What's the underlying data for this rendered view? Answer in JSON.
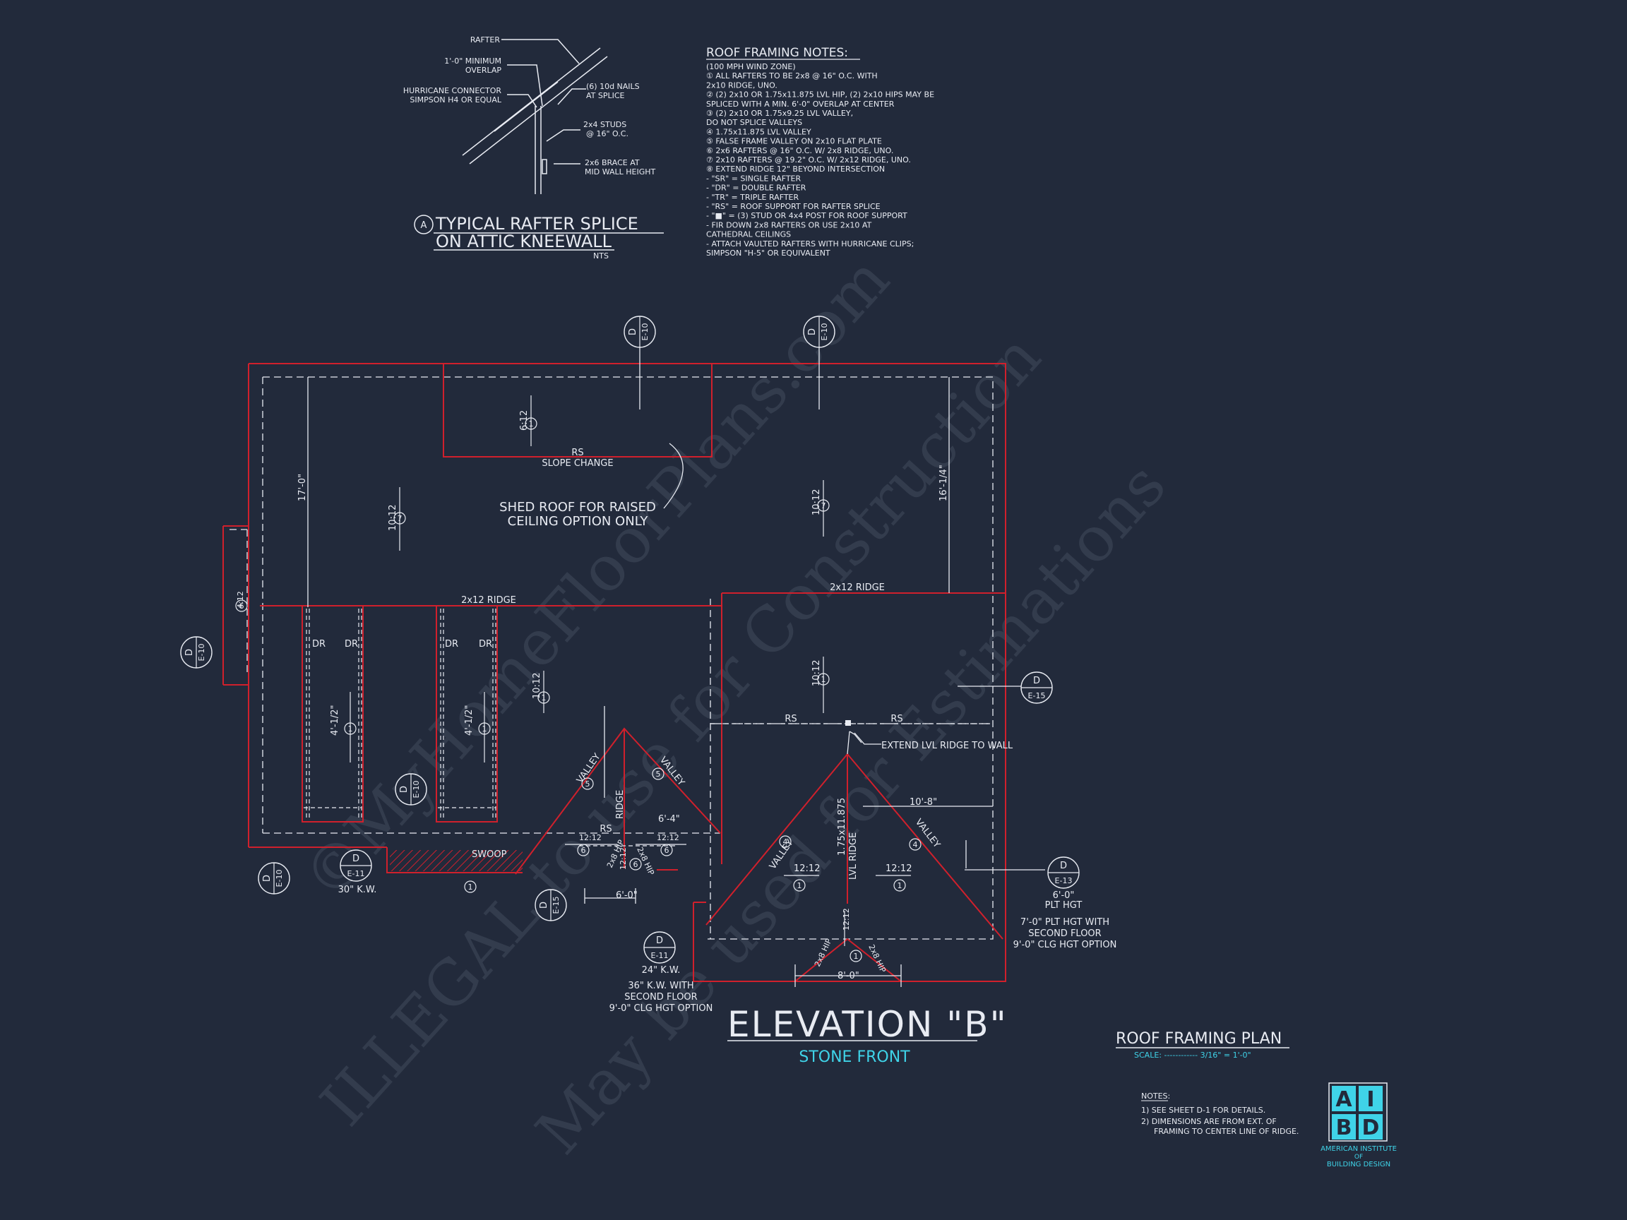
{
  "colors": {
    "background": "#222a3b",
    "roof_outline": "#d0202c",
    "linework": "#e8ebf2",
    "cyan_text": "#3fd3e8",
    "logo": "#3fd3e8"
  },
  "watermark": {
    "line1": "©MyHomeFloorPlans.com",
    "line2": "ILLEGAL to use for Construction",
    "line3": "May be used for Estimations"
  },
  "splice_detail": {
    "labels": {
      "rafter": "RAFTER",
      "overlap_1": "1'-0\" MINIMUM",
      "overlap_2": "OVERLAP",
      "connector_1": "HURRICANE CONNECTOR",
      "connector_2": "SIMPSON H4 OR EQUAL",
      "nails_1": "(6) 10d NAILS",
      "nails_2": "AT SPLICE",
      "studs_1": "2x4 STUDS",
      "studs_2": "@ 16\" O.C.",
      "brace_1": "2x6 BRACE AT",
      "brace_2": "MID WALL HEIGHT"
    },
    "marker": "A",
    "title_1": "TYPICAL RAFTER SPLICE",
    "title_2": "ON ATTIC KNEEWALL",
    "scale": "NTS"
  },
  "notes": {
    "title": "ROOF FRAMING NOTES:",
    "lines": [
      "(100 MPH WIND ZONE)",
      "① ALL RAFTERS TO BE 2x8 @ 16\" O.C. WITH",
      "2x10 RIDGE, UNO.",
      "② (2) 2x10 OR 1.75x11.875 LVL HIP, (2) 2x10 HIPS MAY BE",
      "SPLICED WITH A MIN. 6'-0\" OVERLAP AT CENTER",
      "③ (2) 2x10 OR 1.75x9.25 LVL VALLEY,",
      "DO NOT SPLICE VALLEYS",
      "④ 1.75x11.875 LVL VALLEY",
      "⑤ FALSE FRAME VALLEY ON 2x10 FLAT PLATE",
      "⑥ 2x6 RAFTERS @ 16\" O.C. W/ 2x8 RIDGE, UNO.",
      "⑦ 2x10 RAFTERS @ 19.2\" O.C. W/ 2x12 RIDGE, UNO.",
      "⑧ EXTEND RIDGE 12\" BEYOND INTERSECTION",
      "- \"SR\" = SINGLE RAFTER",
      "- \"DR\" = DOUBLE RAFTER",
      "- \"TR\" = TRIPLE RAFTER",
      "- \"RS\" = ROOF SUPPORT FOR RAFTER SPLICE",
      "- \"■\" = (3) STUD OR 4x4 POST FOR ROOF SUPPORT",
      "- FIR DOWN 2x8 RAFTERS OR USE 2x10 AT",
      "CATHEDRAL CEILINGS",
      "- ATTACH VAULTED RAFTERS WITH HURRICANE CLIPS;",
      "SIMPSON \"H-5\" OR EQUIVALENT"
    ]
  },
  "plan": {
    "dims": {
      "d17": "17'-0\"",
      "d16": "16'-1/4\"",
      "d4a": "4'-1/2\"",
      "d4b": "4'-1/2\"",
      "d10": "10'-8\"",
      "d6_4": "6'-4\"",
      "d6_0": "6'-0\"",
      "d8_0": "8'-0\""
    },
    "labels": {
      "rs_1": "RS",
      "slope_change": "SLOPE CHANGE",
      "shed_1": "SHED ROOF FOR RAISED",
      "shed_2": "CEILING OPTION ONLY",
      "ridge_left": "2x12 RIDGE",
      "ridge_right": "2x12 RIDGE",
      "rs_2": "RS",
      "rs_3": "RS",
      "rs_4": "RS",
      "extend_lvl": "EXTEND LVL RIDGE TO WALL",
      "valley": "VALLEY",
      "ridge": "RIDGE",
      "hip": "2x8 HIP",
      "lvl_ridge_1": "1.75x11.875",
      "lvl_ridge_2": "LVL RIDGE",
      "swoop": "SWOOP",
      "dr": "DR"
    },
    "pitches": {
      "p6": "6:12",
      "p10": "10:12",
      "p4": "4:12",
      "p12": "12:12"
    },
    "callouts": {
      "d": "D",
      "e10": "E-10",
      "e11": "E-11",
      "e13": "E-13",
      "e15": "E-15",
      "kw30": "30\" K.W.",
      "kw24": "24\" K.W.",
      "kw36_1": "36\" K.W. WITH",
      "kw36_2": "SECOND FLOOR",
      "kw36_3": "9'-0\" CLG HGT OPTION",
      "plt6_1": "6'-0\"",
      "plt6_2": "PLT HGT",
      "plt7_1": "7'-0\" PLT HGT WITH",
      "plt7_2": "SECOND FLOOR",
      "plt7_3": "9'-0\" CLG HGT OPTION"
    },
    "num": {
      "n1": "1",
      "n4": "4",
      "n5": "5",
      "n6": "6",
      "n7": "7"
    }
  },
  "elevation": {
    "title": "ELEVATION \"B\"",
    "subtitle": "STONE FRONT"
  },
  "plan_title": {
    "title": "ROOF FRAMING PLAN",
    "scale": "SCALE: ------------ 3/16\" = 1'-0\""
  },
  "footer_notes": {
    "heading": "NOTES:",
    "line1": "1) SEE SHEET D-1 FOR DETAILS.",
    "line2": "2) DIMENSIONS ARE FROM EXT. OF",
    "line3": "FRAMING TO CENTER LINE OF RIDGE."
  },
  "logo": {
    "a": "A",
    "i": "I",
    "b": "B",
    "d": "D",
    "line1": "AMERICAN INSTITUTE",
    "line2": "OF",
    "line3": "BUILDING DESIGN"
  }
}
